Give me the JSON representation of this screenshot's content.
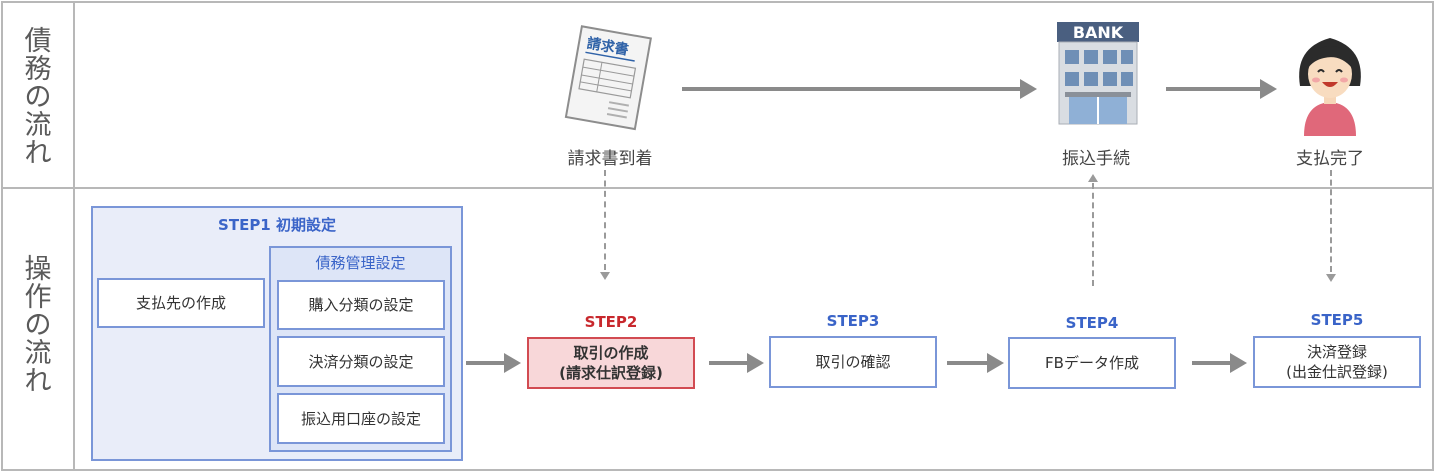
{
  "rows": {
    "business_flow": [
      "債",
      "務",
      "の",
      "流",
      "れ"
    ],
    "operation_flow": [
      "操",
      "作",
      "の",
      "流",
      "れ"
    ]
  },
  "top": {
    "invoice": {
      "icon_text": "請求書",
      "caption": "請求書到着"
    },
    "bank": {
      "icon_text": "BANK",
      "caption": "振込手続"
    },
    "person": {
      "caption": "支払完了"
    }
  },
  "step1": {
    "title": "STEP1 初期設定",
    "payee": "支払先の作成",
    "debt_settings": {
      "title": "債務管理設定",
      "items": [
        "購入分類の設定",
        "決済分類の設定",
        "振込用口座の設定"
      ]
    }
  },
  "step2": {
    "label": "STEP2",
    "line1": "取引の作成",
    "line2": "(請求仕訳登録)"
  },
  "step3": {
    "label": "STEP3",
    "text": "取引の確認"
  },
  "step4": {
    "label": "STEP4",
    "text": "FBデータ作成"
  },
  "step5": {
    "label": "STEP5",
    "line1": "決済登録",
    "line2": "(出金仕訳登録)"
  },
  "colors": {
    "accent_blue": "#3a64c8",
    "accent_red": "#c8282d",
    "box_border": "#7a96d8",
    "arrow": "#8a8a8a"
  }
}
